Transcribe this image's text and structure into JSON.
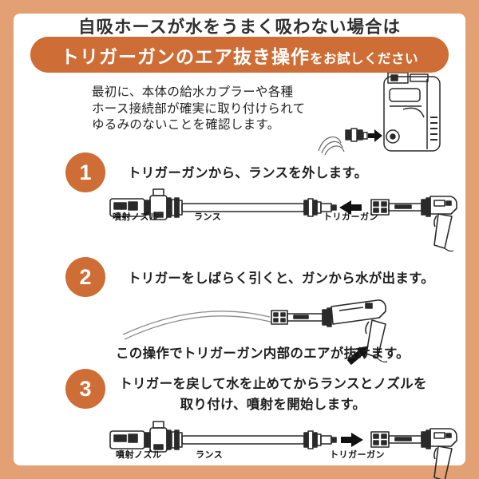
{
  "title": "自吸ホースが水をうまく吸わない場合は",
  "banner": {
    "main": "トリガーガンのエア抜き操作",
    "suffix": "をお試しください"
  },
  "intro": {
    "line1": "最初に、本体の給水カプラーや各種",
    "line2": "ホース接続部が確実に取り付けられて",
    "line3": "ゆるみのないことを確認します。",
    "illustration": "pressure-washer-unit-with-hose-coupler"
  },
  "steps": [
    {
      "number": "1",
      "text": "トリガーガンから、ランスを外します。",
      "labels": {
        "nozzle": "噴射ノズル",
        "lance": "ランス",
        "gun": "トリガーガン"
      },
      "illustration": "lance-detached-from-gun-arrow-left"
    },
    {
      "number": "2",
      "text": "トリガーをしばらく引くと、ガンから水が出ます。",
      "caption": "この操作でトリガーガン内部のエアが抜けます。",
      "illustration": "trigger-gun-spraying-water-arrow-at-trigger"
    },
    {
      "number": "3",
      "text_line1": "トリガーを戻して水を止めてからランスとノズルを",
      "text_line2": "取り付け、噴射を開始します。",
      "labels": {
        "nozzle": "噴射ノズル",
        "lance": "ランス",
        "gun": "トリガーガン"
      },
      "illustration": "lance-attached-to-gun-arrow-right"
    }
  ],
  "colors": {
    "frame_border": "#E2A074",
    "accent_orange": "#CE6D35",
    "text_dark": "#2B2B2B",
    "line_art": "#2A2A2A"
  }
}
